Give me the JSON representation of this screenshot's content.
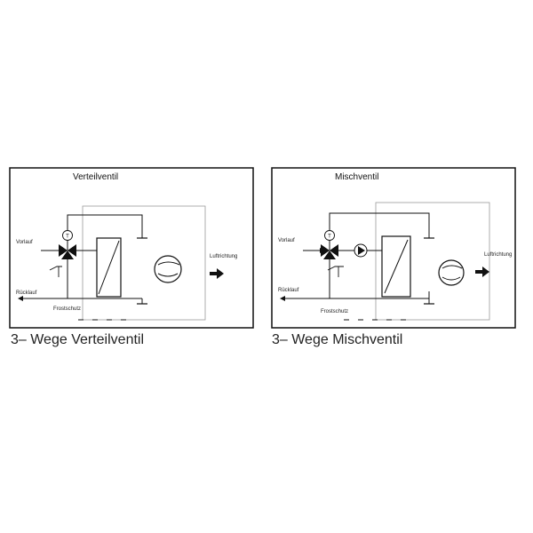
{
  "panels": [
    {
      "title": "Verteilventil",
      "supply_label": "Vorlauf",
      "return_label": "Rücklauf",
      "frost_label": "Frostschutz",
      "airflow_label": "Luftrichtung",
      "sensor_label": "T",
      "caption": "3– Wege Verteilventil"
    },
    {
      "title": "Mischventil",
      "supply_label": "Vorlauf",
      "return_label": "Rücklauf",
      "frost_label": "Frostschutz",
      "airflow_label": "Luftrichtung",
      "sensor_label": "T",
      "caption": "3– Wege Mischventil"
    }
  ]
}
